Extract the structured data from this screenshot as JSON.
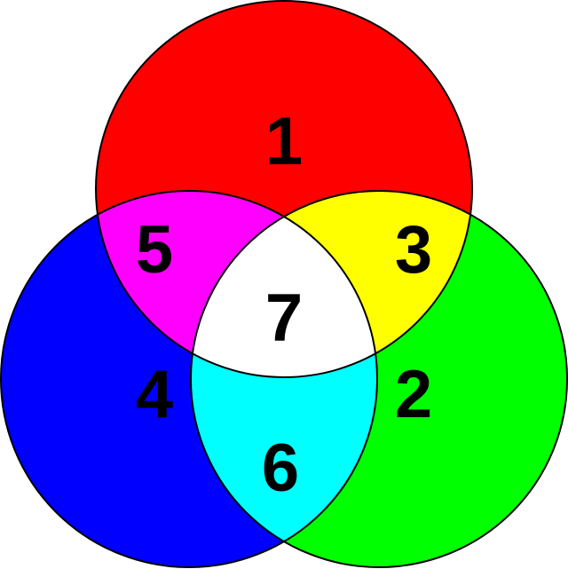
{
  "diagram": {
    "type": "venn-3-set",
    "circles": [
      {
        "id": "red",
        "color": "#ff0000"
      },
      {
        "id": "green",
        "color": "#00ff00"
      },
      {
        "id": "blue",
        "color": "#0000ff"
      }
    ],
    "regions": [
      {
        "id": "red-only",
        "label": "1",
        "color": "#ff0000"
      },
      {
        "id": "green-only",
        "label": "2",
        "color": "#00ff00"
      },
      {
        "id": "red-green",
        "label": "3",
        "color": "#ffff00"
      },
      {
        "id": "blue-only",
        "label": "4",
        "color": "#0000ff"
      },
      {
        "id": "red-blue",
        "label": "5",
        "color": "#ff00ff"
      },
      {
        "id": "green-blue",
        "label": "6",
        "color": "#00ffff"
      },
      {
        "id": "all-three",
        "label": "7",
        "color": "#ffffff"
      }
    ]
  }
}
